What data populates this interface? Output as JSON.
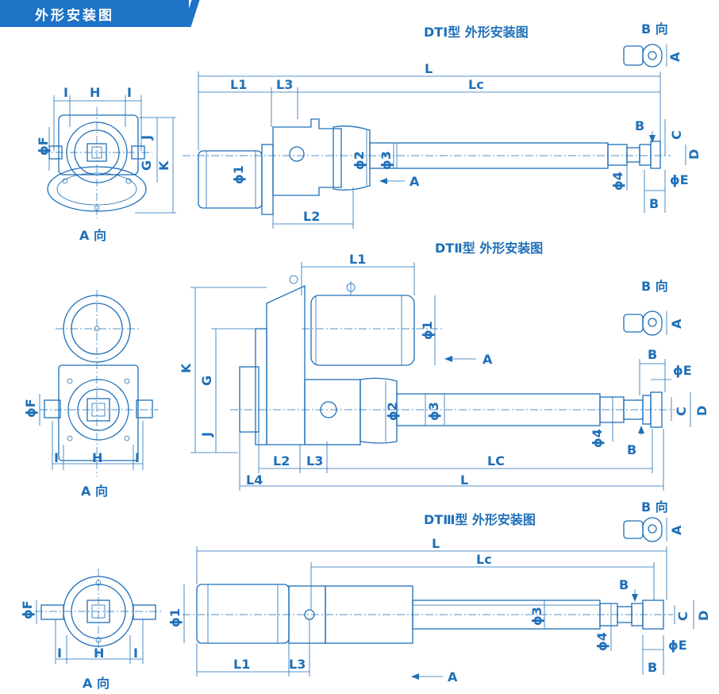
{
  "header": {
    "title": "外形安装图"
  },
  "dt1": {
    "title": "DTⅠ型 外形安装图",
    "view_b": "B 向",
    "view_a": "A 向",
    "labels": {
      "L": "L",
      "L1": "L1",
      "L2": "L2",
      "L3": "L3",
      "Lc": "Lc",
      "phi1": "ϕ1",
      "phi2": "ϕ2",
      "phi3": "ϕ3",
      "phi4": "ϕ4",
      "phiE": "ϕE",
      "phiF": "ϕF",
      "A": "A",
      "B": "B",
      "C": "C",
      "D": "D",
      "G": "G",
      "H": "H",
      "I": "I",
      "J": "J",
      "K": "K"
    }
  },
  "dt2": {
    "title": "DTⅡ型 外形安装图",
    "view_b": "B 向",
    "view_a": "A 向",
    "labels": {
      "L": "L",
      "L1": "L1",
      "L2": "L2",
      "L3": "L3",
      "L4": "L4",
      "LC": "LC",
      "phi1": "ϕ1",
      "phi2": "ϕ2",
      "phi3": "ϕ3",
      "phi4": "ϕ4",
      "phiE": "ϕE",
      "phiF": "ϕF",
      "A": "A",
      "B": "B",
      "C": "C",
      "D": "D",
      "G": "G",
      "H": "H",
      "I": "I",
      "J": "J",
      "K": "K"
    }
  },
  "dt3": {
    "title": "DTⅢ型 外形安装图",
    "view_b": "B 向",
    "view_a": "A 向",
    "labels": {
      "L": "L",
      "L1": "L1",
      "L3": "L3",
      "Lc": "Lc",
      "phi1": "ϕ1",
      "phi3": "ϕ3",
      "phi4": "ϕ4",
      "phiE": "ϕE",
      "phiF": "ϕF",
      "A": "A",
      "B": "B",
      "C": "C",
      "D": "D",
      "H": "H",
      "I": "I"
    }
  },
  "colors": {
    "line": "#1e6fb8",
    "header": "#1e73c7"
  }
}
